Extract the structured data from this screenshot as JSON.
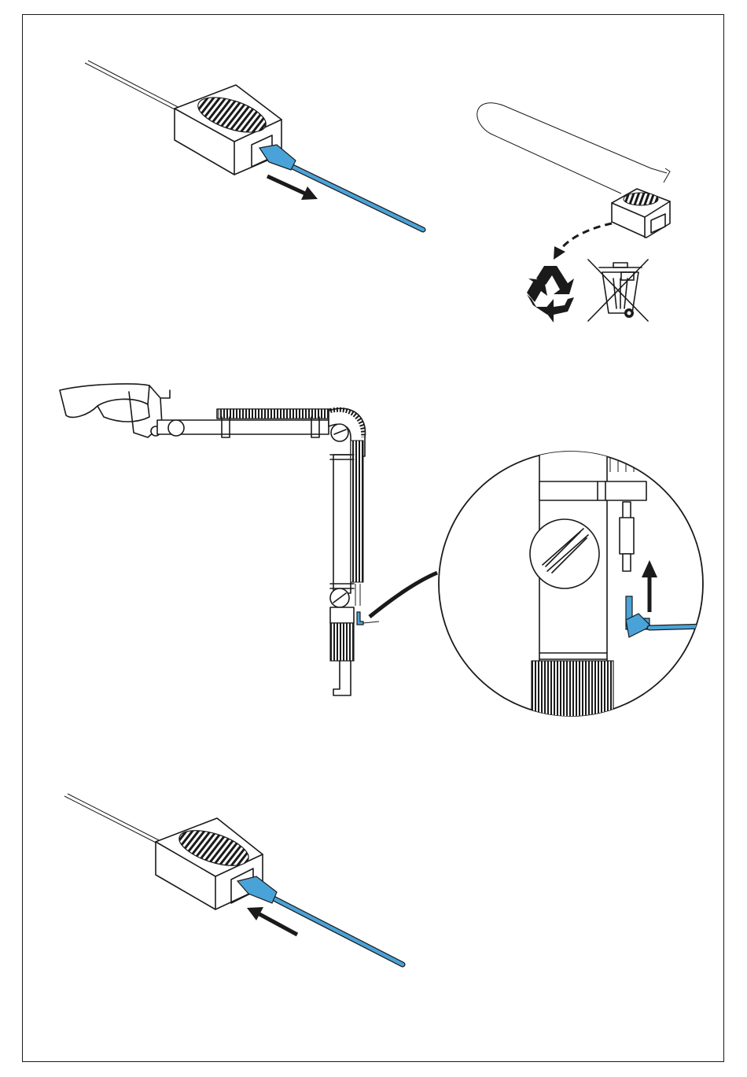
{
  "colors": {
    "line": "#1a1a1a",
    "cable_accent": "#4aa3d8",
    "background": "#ffffff"
  },
  "figures": [
    {
      "name": "adapter-unplug",
      "arrow": "arrow-pointing-away-from-adapter"
    },
    {
      "name": "adapter-disposal",
      "icons": [
        "recycle-icon",
        "crossed-out-wheelie-bin-icon"
      ]
    },
    {
      "name": "arm-lamp-assembly"
    },
    {
      "name": "connector-detail-magnified",
      "arrow": "arrow-up"
    },
    {
      "name": "adapter-plug-in",
      "arrow": "arrow-pointing-toward-adapter"
    }
  ]
}
